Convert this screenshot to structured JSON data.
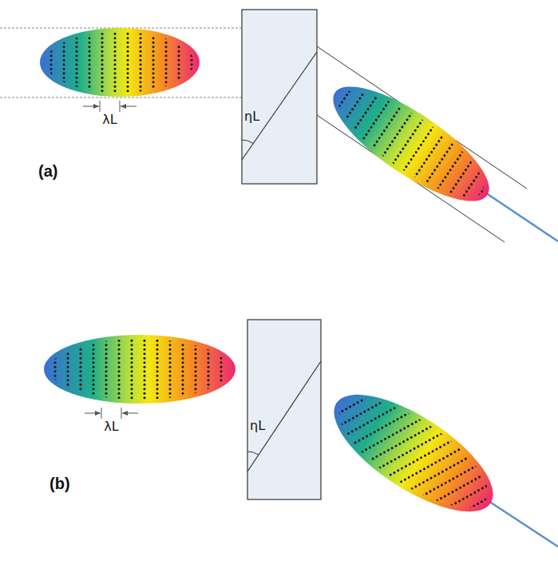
{
  "diagram": {
    "labels": [
      "λL",
      "ηL",
      "(a)",
      "λL",
      "ηL",
      "(b)"
    ]
  }
}
